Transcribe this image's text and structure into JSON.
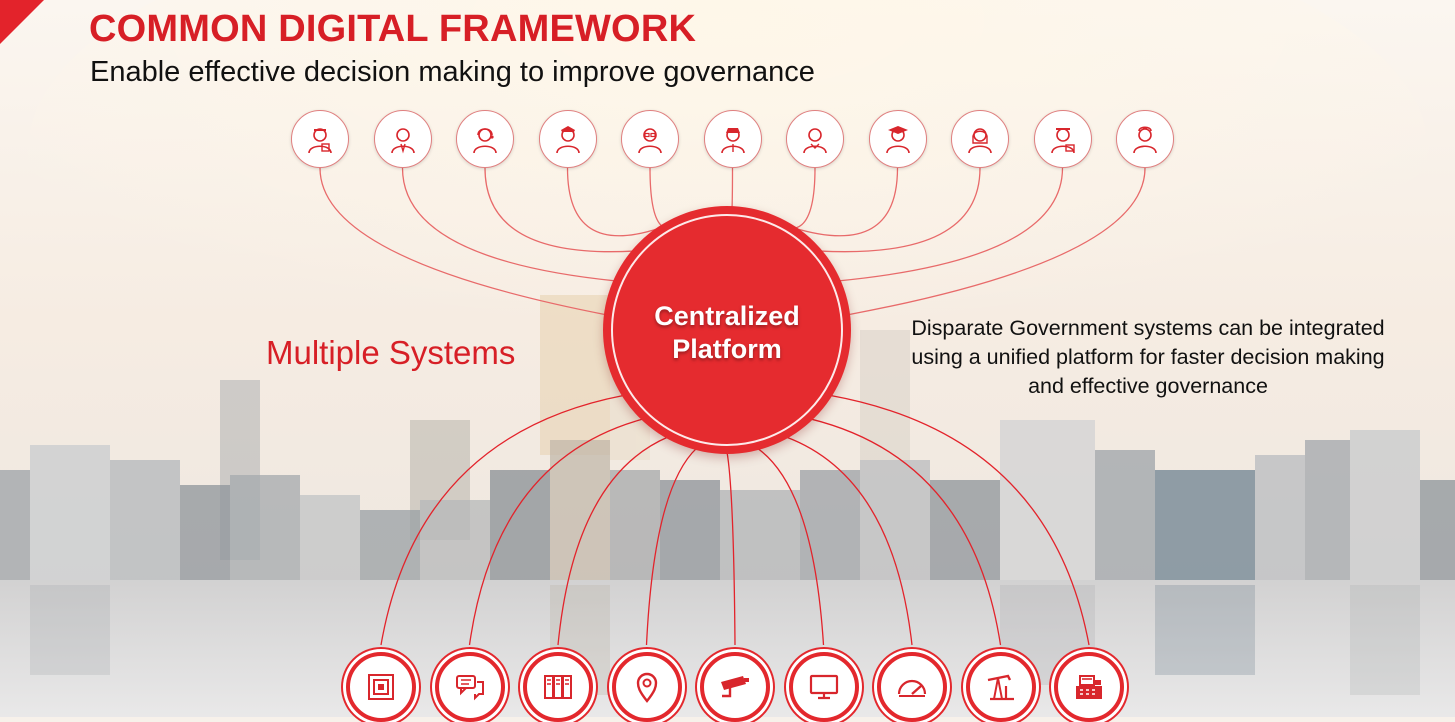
{
  "header": {
    "title": "COMMON DIGITAL FRAMEWORK",
    "subtitle": "Enable effective decision making to improve governance"
  },
  "hub": {
    "line1": "Centralized",
    "line2": "Platform"
  },
  "left_label": "Multiple Systems",
  "description": "Disparate Government systems can be integrated using a unified platform for faster decision making and effective governance",
  "colors": {
    "accent": "#e3232b",
    "text": "#111111",
    "line": "#e86a6a"
  },
  "stakeholders": [
    {
      "name": "worker-icon"
    },
    {
      "name": "businessman-icon"
    },
    {
      "name": "support-agent-icon"
    },
    {
      "name": "police-officer-icon"
    },
    {
      "name": "teacher-icon"
    },
    {
      "name": "official-icon"
    },
    {
      "name": "citizen-icon"
    },
    {
      "name": "graduate-icon"
    },
    {
      "name": "woman-citizen-icon"
    },
    {
      "name": "shopkeeper-icon"
    },
    {
      "name": "nurse-icon"
    }
  ],
  "systems": [
    {
      "name": "rfid-card-icon"
    },
    {
      "name": "chat-messages-icon"
    },
    {
      "name": "server-rack-icon"
    },
    {
      "name": "location-pin-icon"
    },
    {
      "name": "cctv-camera-icon"
    },
    {
      "name": "monitor-icon"
    },
    {
      "name": "gauge-meter-icon"
    },
    {
      "name": "oil-pump-icon"
    },
    {
      "name": "cash-register-icon"
    }
  ]
}
